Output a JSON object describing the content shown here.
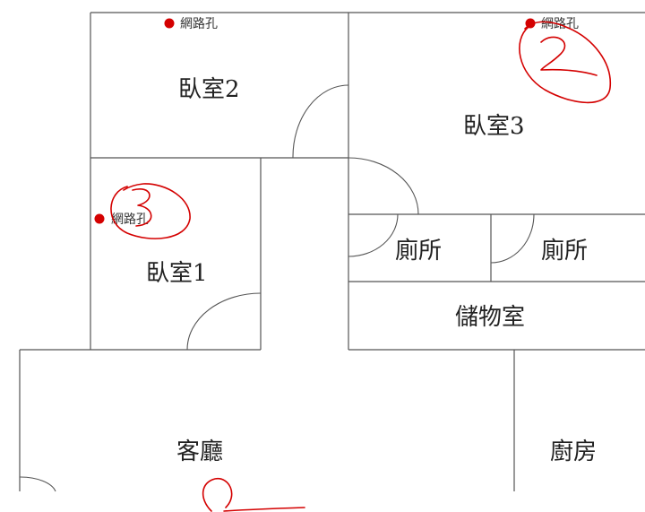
{
  "floorplan": {
    "rooms": {
      "bedroom2": "臥室2",
      "bedroom3": "臥室3",
      "bedroom1": "臥室1",
      "toilet_a": "廁所",
      "toilet_b": "廁所",
      "storage": "儲物室",
      "living": "客廳",
      "kitchen": "廚房"
    },
    "ports": [
      {
        "label": "網路孔",
        "room": "臥室2"
      },
      {
        "label": "網路孔",
        "room": "臥室3"
      },
      {
        "label": "網路孔",
        "room": "臥室1"
      }
    ],
    "annotation_color": "#d40000",
    "port_color": "#d40000"
  }
}
